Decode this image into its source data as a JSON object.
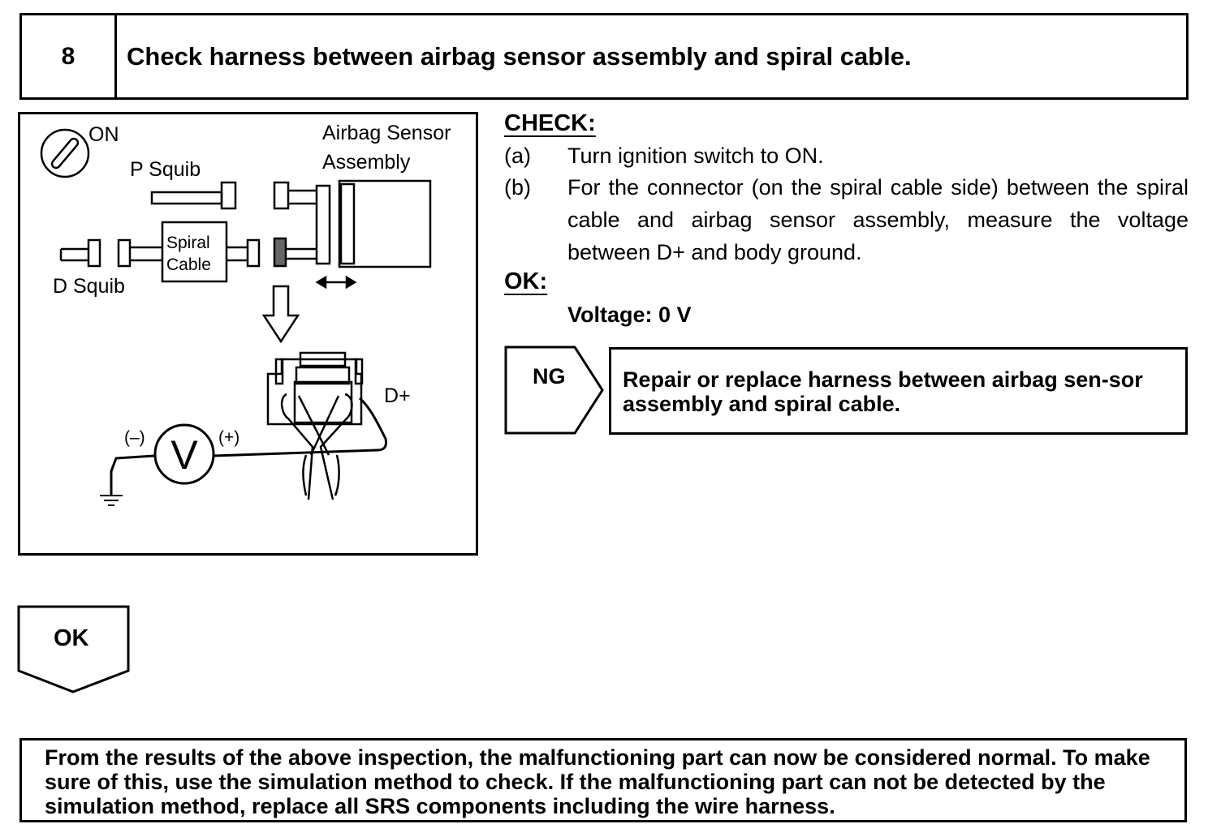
{
  "step": {
    "number": "8",
    "title": "Check harness between airbag sensor assembly and spiral cable."
  },
  "diagram": {
    "ignition_label": "ON",
    "p_squib_label": "P Squib",
    "d_squib_label": "D Squib",
    "airbag_sensor_label_line1": "Airbag Sensor",
    "airbag_sensor_label_line2": "Assembly",
    "spiral_cable_line1": "Spiral",
    "spiral_cable_line2": "Cable",
    "terminal_label": "D+",
    "meter_symbol": "V",
    "meter_negative": "(–)",
    "meter_positive": "(+)",
    "icons": [
      "ignition-key-icon",
      "voltmeter-icon",
      "ground-icon",
      "connector-icon",
      "down-arrow-icon",
      "double-arrow-icon"
    ]
  },
  "check": {
    "heading": "CHECK:",
    "steps": [
      {
        "letter": "(a)",
        "text": "Turn ignition switch to ON."
      },
      {
        "letter": "(b)",
        "text": "For the connector (on the spiral cable side) between the spiral cable and airbag sensor assembly, measure the voltage between D+ and body ground."
      }
    ]
  },
  "ok_criteria": {
    "heading": "OK:",
    "value": "Voltage: 0 V"
  },
  "ng": {
    "label": "NG",
    "action": "Repair or replace harness between airbag sen-sor assembly and spiral cable."
  },
  "ok_flow": {
    "label": "OK"
  },
  "footer": {
    "text": "From the results of the above inspection, the malfunctioning part can now be considered normal. To make sure of this, use the simulation method to check. If the malfunctioning part can not be detected by the simulation method, replace all SRS components including the wire harness."
  }
}
